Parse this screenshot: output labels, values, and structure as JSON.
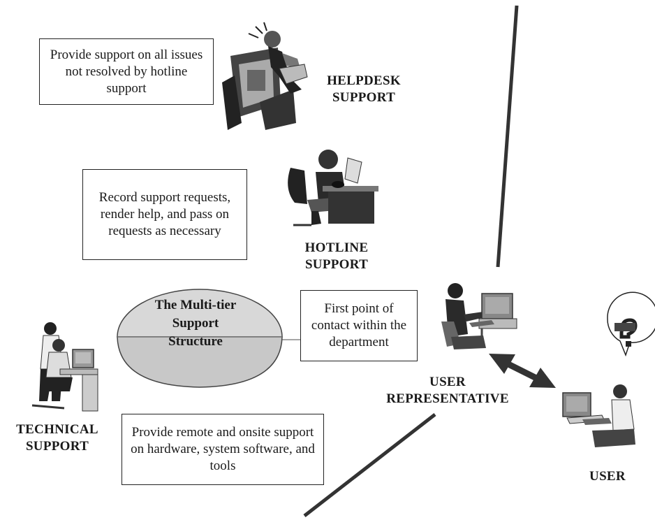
{
  "boxes": {
    "helpdesk": "Provide support on all issues not resolved by hotline support",
    "hotline": "Record support requests, render help, and pass on requests as necessary",
    "user_rep": "First point of contact within the department",
    "technical": "Provide remote and onsite support on hardware, system software, and tools"
  },
  "labels": {
    "helpdesk": "HELPDESK SUPPORT",
    "hotline": "HOTLINE SUPPORT",
    "user_rep": "USER REPRESENTATIVE",
    "technical": "TECHNICAL SUPPORT",
    "user": "USER"
  },
  "center": {
    "title": "The Multi-tier Support Structure"
  },
  "icons": {
    "helpdesk": "helpdesk-worker-clipart-icon",
    "hotline": "hotline-phone-worker-icon",
    "user_rep": "user-representative-computer-icon",
    "technical": "technical-support-workers-icon",
    "user": "user-with-question-computer-icon",
    "arrow": "double-headed-arrow-icon"
  }
}
